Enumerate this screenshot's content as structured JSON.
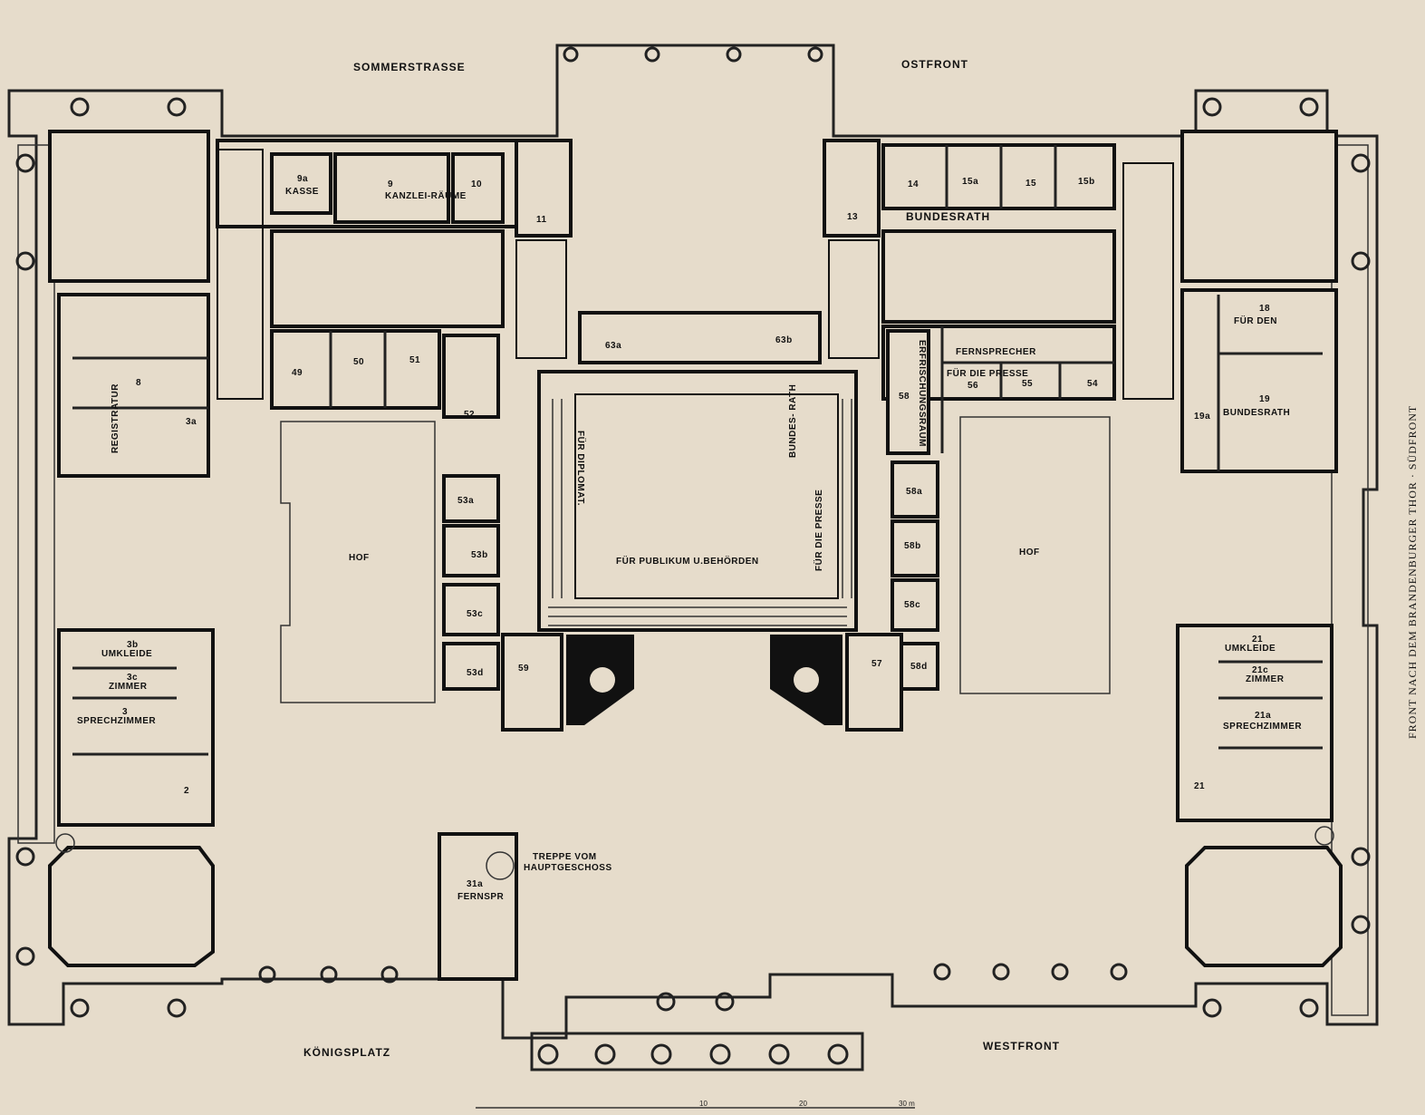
{
  "labels": {
    "north": "SOMMERSTRASSE",
    "east": "OSTFRONT",
    "west": "WESTFRONT",
    "konigsplatz": "KÖNIGSPLATZ",
    "south_side": "FRONT NACH DEM BRANDENBURGER THOR · SÜDFRONT",
    "hof_left": "HOF",
    "hof_right": "HOF",
    "publikum": "FÜR PUBLIKUM U.BEHÖRDEN",
    "presse_v": "FÜR DIE PRESSE",
    "bundesrath_v": "BUNDES- RATH",
    "diplomat_v": "FÜR DIPLOMAT.",
    "bundesrath_band": "BUNDESRATH",
    "fernsprecher": "FERNSPRECHER",
    "fur_die_presse": "FÜR DIE PRESSE",
    "erfrischungsraum": "ERFRISCHUNGSRAUM",
    "treppe": "TREPPE VOM",
    "hauptgeschoss": "HAUPTGESCHOSS",
    "fernspr": "FERNSPR",
    "kasse": "KASSE",
    "kanzlei": "KANZLEI-RÄUME",
    "umkleide": "UMKLEIDE",
    "zimmer": "ZIMMER",
    "sprechzimmer": "SPRECHZIMMER",
    "fur_den": "FÜR DEN",
    "bundesrath_room": "BUNDESRATH",
    "registratur": "REGISTRATUR"
  },
  "rooms": {
    "r9a": "9a",
    "r9": "9",
    "r10": "10",
    "r11": "11",
    "r13": "13",
    "r14": "14",
    "r15a": "15a",
    "r15": "15",
    "r15b": "15b",
    "r18": "18",
    "r19": "19",
    "r19a": "19a",
    "r49": "49",
    "r50": "50",
    "r51": "51",
    "r52": "52",
    "r53a": "53a",
    "r53b": "53b",
    "r53c": "53c",
    "r53d": "53d",
    "r54": "54",
    "r55": "55",
    "r56": "56",
    "r57": "57",
    "r58a": "58a",
    "r58b": "58b",
    "r58c": "58c",
    "r58d": "58d",
    "r58": "58",
    "r59": "59",
    "r63a": "63a",
    "r63b": "63b",
    "r3a": "3a",
    "r3b": "3b",
    "r3c": "3c",
    "r3": "3",
    "r2": "2",
    "r8": "8",
    "r21": "21",
    "r21a": "21a",
    "r21c": "21c",
    "r21_upper": "21",
    "r31a": "31a"
  },
  "scale": {
    "s10": "10",
    "s20": "20",
    "s30": "30 m"
  }
}
